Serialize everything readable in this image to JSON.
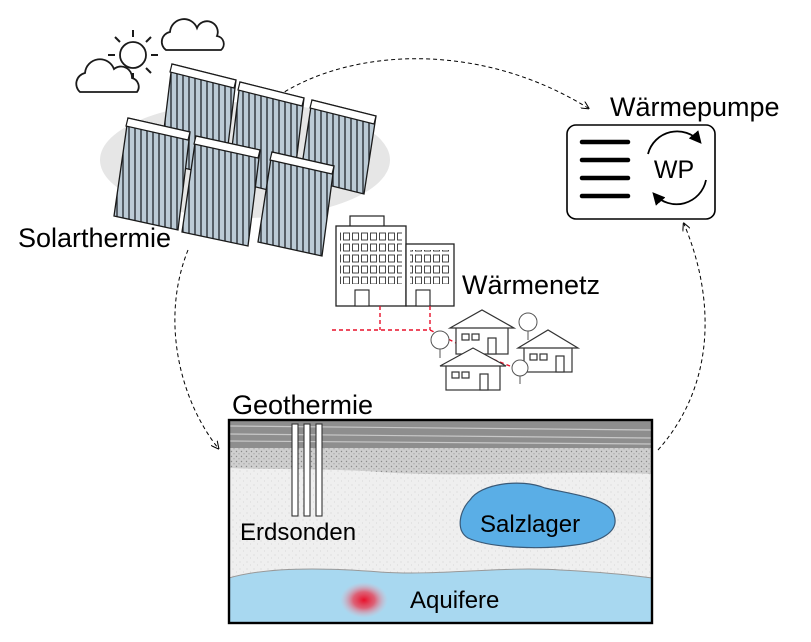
{
  "labels": {
    "solar": "Solarthermie",
    "heat_pump": "Wärmepumpe",
    "heat_pump_badge": "WP",
    "network": "Wärmenetz",
    "geothermal": "Geothermie",
    "probes": "Erdsonden",
    "salt": "Salzlager",
    "aquifer": "Aquifere"
  },
  "colors": {
    "salt_fill": "#5aaee6",
    "aquifer_fill": "#a8d8f0",
    "hotspot": "#e8102a",
    "network_line": "#e8102a",
    "panel_fill": "#b9c8d4"
  }
}
